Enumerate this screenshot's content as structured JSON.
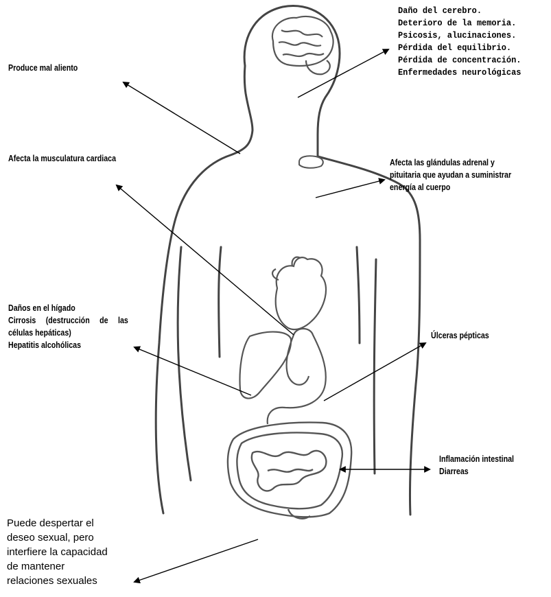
{
  "labels": {
    "brain": [
      "Daño del cerebro.",
      "Deterioro de la memoria.",
      "Psicosis, alucinaciones.",
      "Pérdida del equilibrio.",
      "Pérdida de concentración.",
      "Enfermedades neurológicas"
    ],
    "breath": "Produce mal aliento",
    "heart": "Afecta la musculatura cardiaca",
    "glands": [
      "Afecta las glándulas adrenal y",
      "pituitaria que ayudan a suministrar",
      "energía al cuerpo"
    ],
    "liver": [
      "Daños en el hígado",
      "Cirrosis (destrucción de las",
      "células hepáticas)",
      "Hepatitis alcohólicas"
    ],
    "ulcers": "Úlceras pépticas",
    "intestine": [
      "Inflamación intestinal",
      "Diarreas"
    ],
    "sexual": [
      "Puede despertar el",
      "deseo sexual, pero",
      "interfiere la capacidad",
      "de mantener",
      "relaciones sexuales"
    ]
  },
  "colors": {
    "outline": "#444444",
    "arrow": "#000000"
  }
}
